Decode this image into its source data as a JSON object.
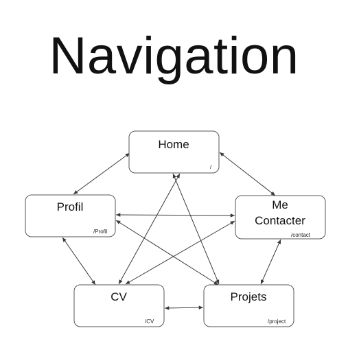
{
  "title": "Navigation",
  "nodes": {
    "home": {
      "label": "Home",
      "route": "/"
    },
    "profil": {
      "label": "Profil",
      "route": "/Profil"
    },
    "contact": {
      "label_line1": "Me",
      "label_line2": "Contacter",
      "route": "/contact"
    },
    "cv": {
      "label": "CV",
      "route": "/CV"
    },
    "projets": {
      "label": "Projets",
      "route": "/project"
    }
  },
  "edges": [
    {
      "from": "home",
      "to": "profil"
    },
    {
      "from": "home",
      "to": "contact"
    },
    {
      "from": "home",
      "to": "cv"
    },
    {
      "from": "home",
      "to": "projets"
    },
    {
      "from": "profil",
      "to": "contact"
    },
    {
      "from": "profil",
      "to": "cv"
    },
    {
      "from": "profil",
      "to": "projets"
    },
    {
      "from": "contact",
      "to": "cv"
    },
    {
      "from": "contact",
      "to": "projets"
    },
    {
      "from": "cv",
      "to": "projets"
    }
  ]
}
